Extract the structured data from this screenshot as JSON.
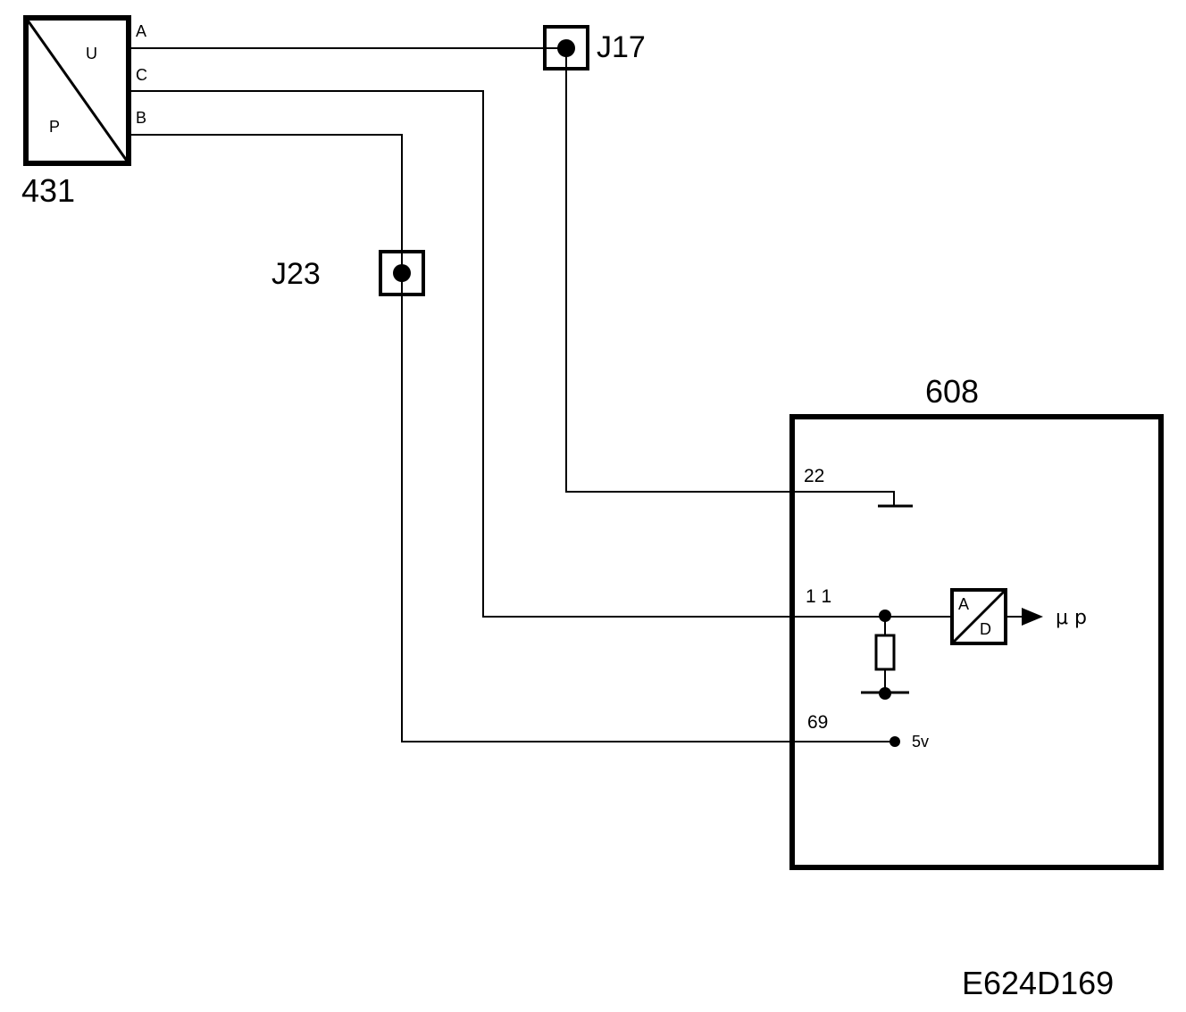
{
  "sensor": {
    "id": "431",
    "label_top": "U",
    "label_bottom": "P",
    "pins": [
      "A",
      "C",
      "B"
    ]
  },
  "connectors": {
    "j17": "J17",
    "j23": "J23"
  },
  "ecu": {
    "id": "608",
    "pins": {
      "ground_pin": "22",
      "signal_pin": "1 1",
      "supply_pin": "69"
    },
    "adc": {
      "top": "A",
      "bottom": "D"
    },
    "output_label": "μ p",
    "supply_label": "5v"
  },
  "figure_ref": "E624D169"
}
